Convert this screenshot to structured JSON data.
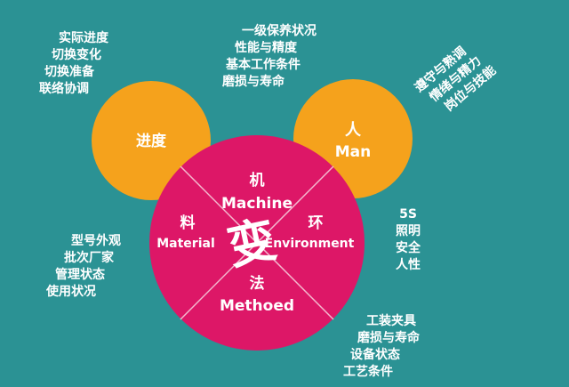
{
  "colors": {
    "background": "#2b9294",
    "center_circle": "#dd1767",
    "side_circle": "#f5a21c",
    "text": "#ffffff",
    "divider": "#f4b9cf"
  },
  "circles": {
    "progress_label": "进度",
    "man_cn": "人",
    "man_en": "Man"
  },
  "center": {
    "center_char": "变",
    "machine_cn": "机",
    "machine_en": "Machine",
    "material_cn": "料",
    "material_en": "Material",
    "environment_cn": "环",
    "environment_en": "Environment",
    "method_cn": "法",
    "method_en": "Methoed"
  },
  "notes": {
    "progress": [
      "实际进度",
      "切换变化",
      "切换准备",
      "联络协调"
    ],
    "machine": [
      "一级保养状况",
      "性能与精度",
      "基本工作条件",
      "磨损与寿命"
    ],
    "man": [
      "遵守与熟调",
      "情绪与精力",
      "岗位与技能"
    ],
    "environment": [
      "5S",
      "照明",
      "安全",
      "人性"
    ],
    "material": [
      "型号外观",
      "批次厂家",
      "管理状态",
      "使用状况"
    ],
    "method": [
      "工装夹具",
      "磨损与寿命",
      "设备状态",
      "工艺条件"
    ]
  }
}
